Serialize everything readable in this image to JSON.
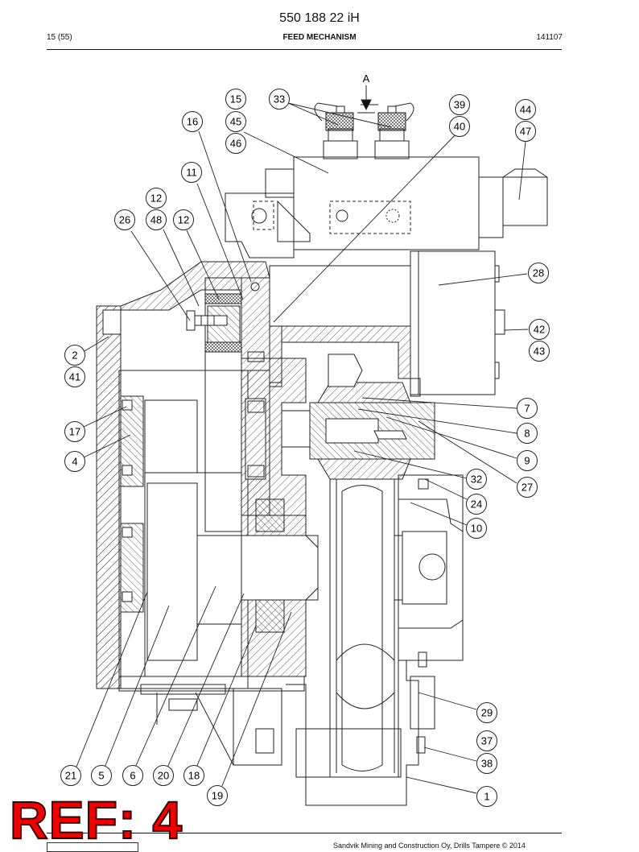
{
  "header": {
    "doc_code": "550 188 22 iH",
    "page": "15 (55)",
    "title": "FEED MECHANISM",
    "date_code": "141107"
  },
  "view_marker": "A",
  "callouts": [
    "15",
    "33",
    "39",
    "44",
    "16",
    "45",
    "40",
    "47",
    "46",
    "11",
    "12",
    "26",
    "48",
    "12",
    "28",
    "42",
    "2",
    "43",
    "41",
    "7",
    "17",
    "8",
    "4",
    "9",
    "27",
    "32",
    "24",
    "10",
    "29",
    "37",
    "38",
    "21",
    "5",
    "6",
    "20",
    "18",
    "1",
    "19"
  ],
  "stamp": "REF: 4",
  "footer": "Sandvik Mining and Construction Oy, Drills Tampere © 2014"
}
